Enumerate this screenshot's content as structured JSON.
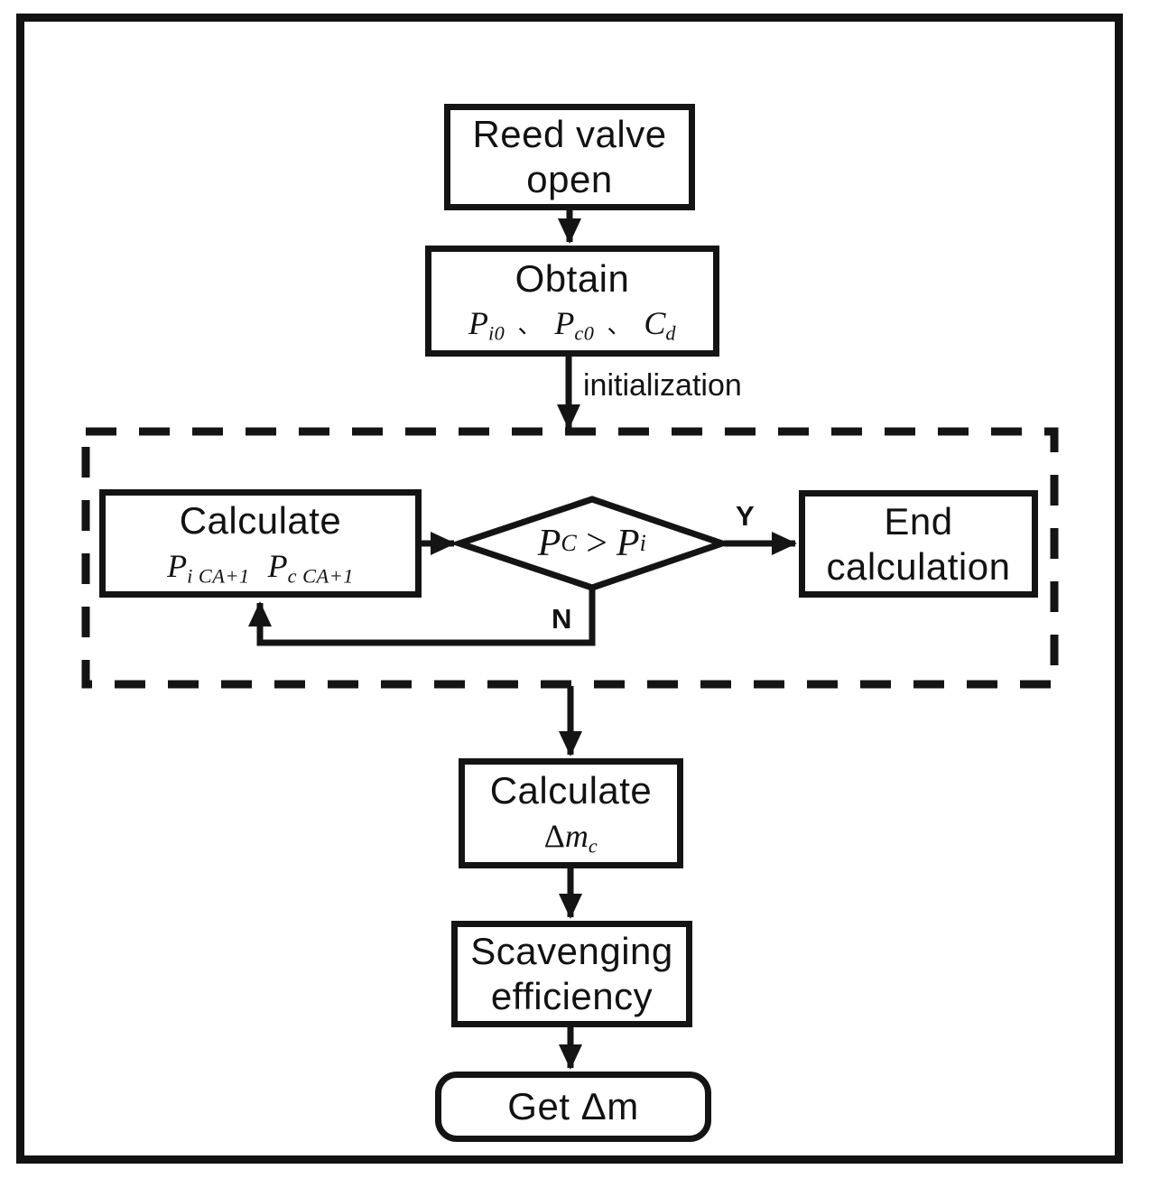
{
  "colors": {
    "ink": "#141414",
    "bg": "#ffffff"
  },
  "nodes": {
    "reed_valve": {
      "line1": "Reed valve",
      "line2": "open"
    },
    "obtain": {
      "title": "Obtain",
      "formula": {
        "b1": "P",
        "s1": "i0",
        "sep1": "、",
        "b2": "P",
        "s2": "c0",
        "sep2": "、",
        "b3": "C",
        "s3": "d"
      }
    },
    "calc_loop": {
      "title": "Calculate",
      "formula": {
        "b1": "P",
        "s1": "i CA+1",
        "b2": "P",
        "s2": "c CA+1"
      }
    },
    "decision": {
      "b1": "P",
      "s1": "C",
      "op": ">",
      "b2": "P",
      "s2": "i"
    },
    "end_calc": {
      "line1": "End",
      "line2": "calculation"
    },
    "calc_dm": {
      "title": "Calculate",
      "delta": "Δ",
      "base": "m",
      "sub": "c"
    },
    "scavenging": {
      "line1": "Scavenging",
      "line2": "efficiency"
    },
    "get_dm": {
      "label": "Get Δm"
    }
  },
  "edge_labels": {
    "initialization": "initialization",
    "yes": "Y",
    "no": "N"
  }
}
